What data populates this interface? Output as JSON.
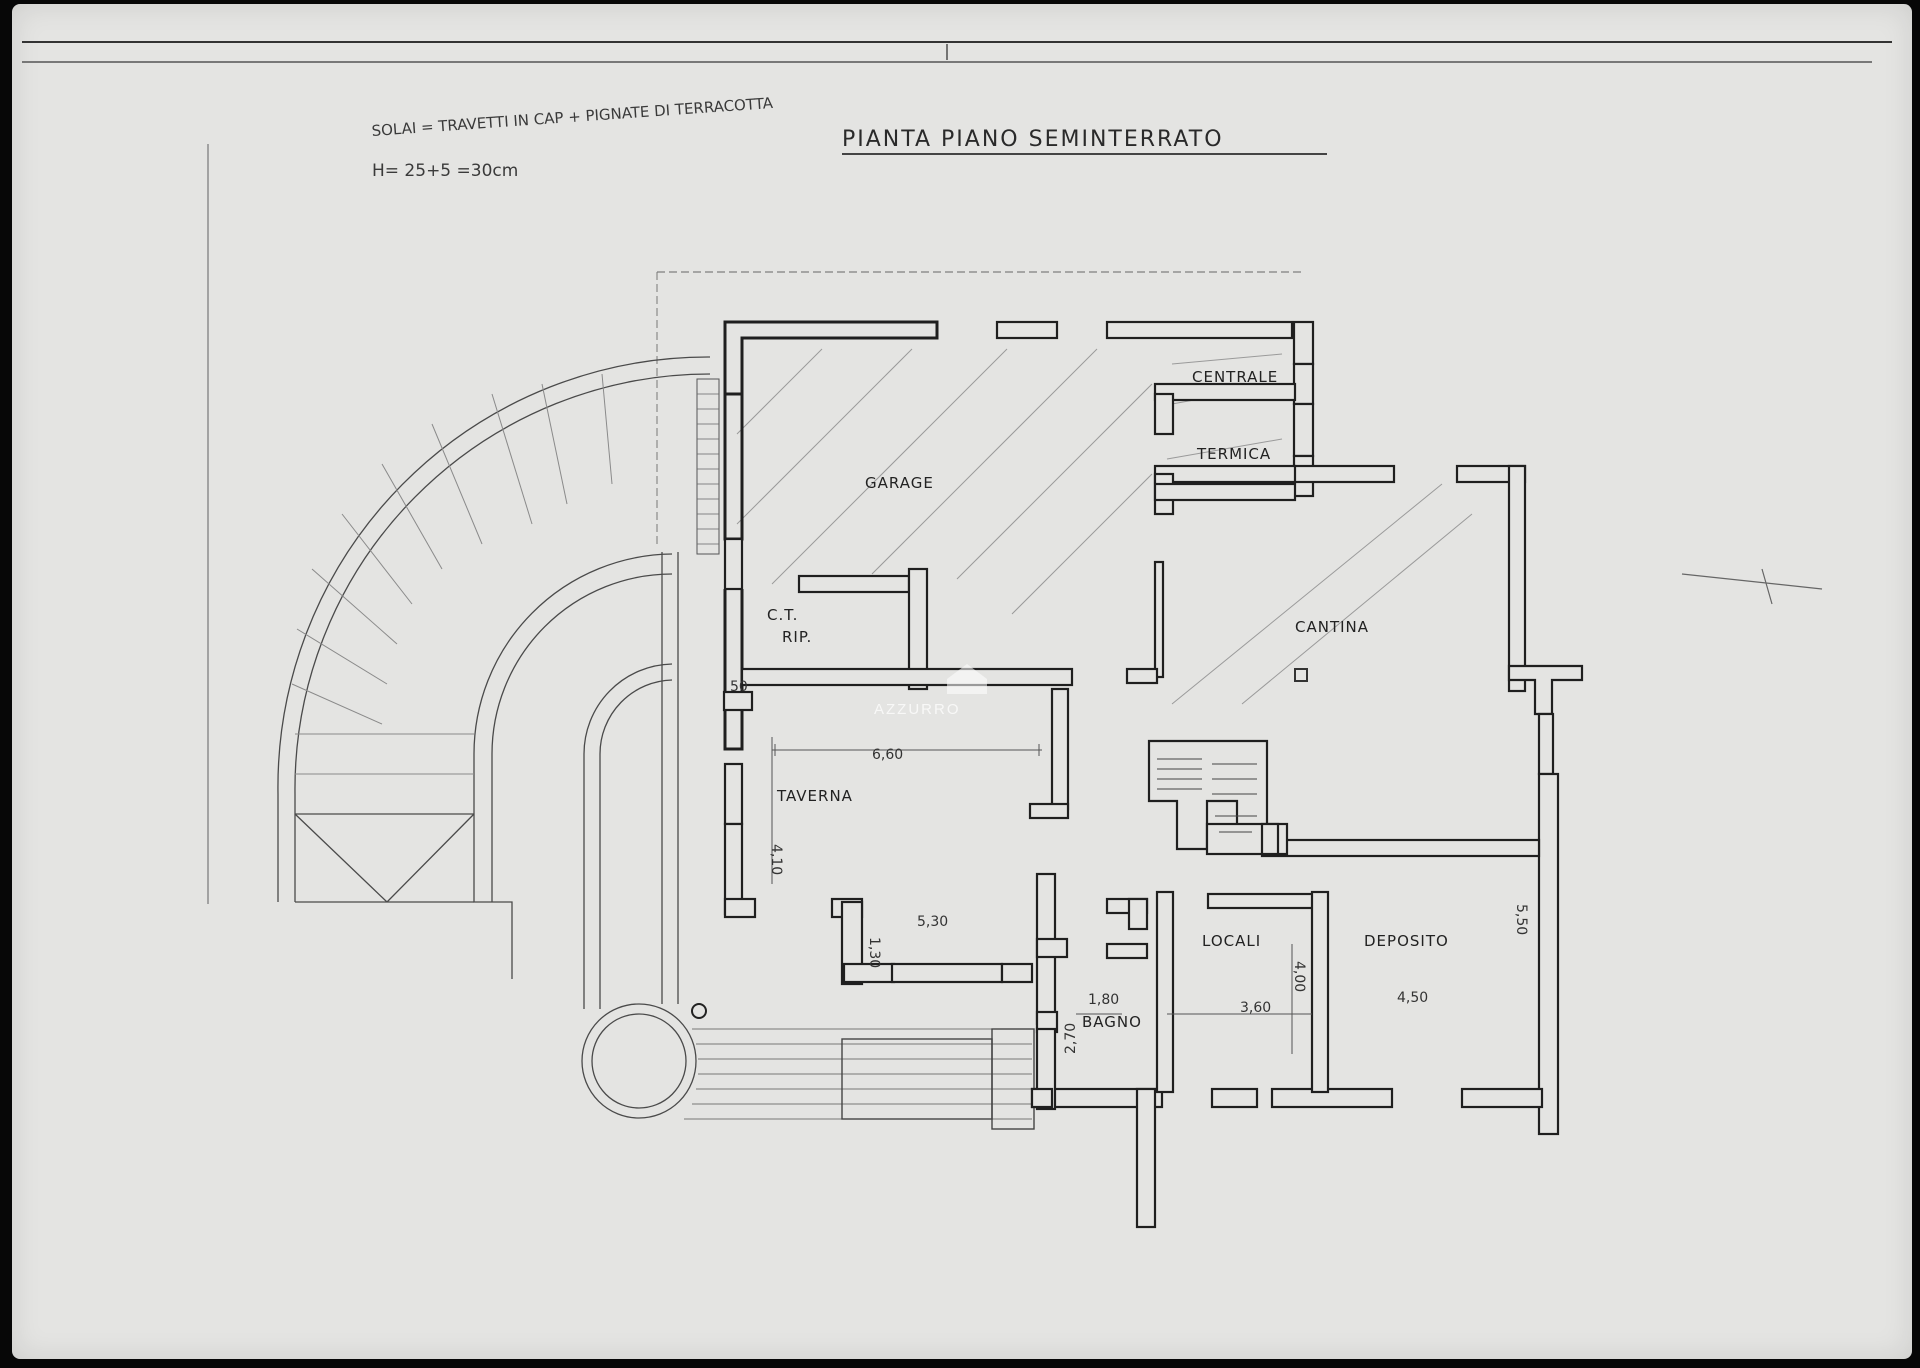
{
  "drawing": {
    "title": "PIANTA PIANO SEMINTERRATO",
    "note_line_1": "SOLAI = TRAVETTI IN CAP + PIGNATE DI TERRACOTTA",
    "note_line_2": "H= 25+5 =30cm"
  },
  "rooms": {
    "garage": "GARAGE",
    "centrale": "CENTRALE",
    "termica": "TERMICA",
    "cantina": "CANTINA",
    "ct": "C.T.",
    "rip": "RIP.",
    "taverna": "TAVERNA",
    "locali": "LOCALI",
    "deposito": "DEPOSITO",
    "bagno": "BAGNO"
  },
  "dimensions": {
    "taverna_width": "6,60",
    "taverna_depth": "4,10",
    "taverna_bottom": "5,30",
    "taverna_step": "1,30",
    "bagno_width": "1,80",
    "bagno_depth": "2,70",
    "locali_width": "3,60",
    "locali_depth": "4,00",
    "deposito_width": "4,50",
    "deposito_depth": "5,50",
    "wall_small": "50"
  },
  "watermark": {
    "brand": "AZZURRO"
  }
}
